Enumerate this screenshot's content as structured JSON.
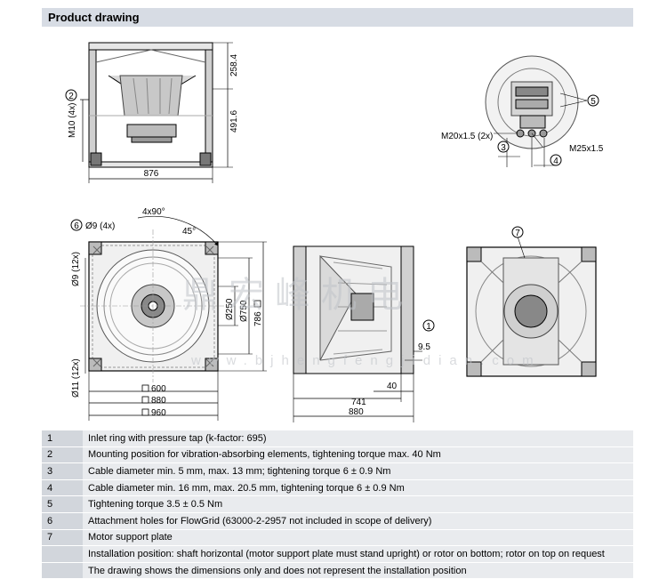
{
  "header": {
    "title": "Product drawing"
  },
  "dims": {
    "top_view": {
      "h_upper": "258.4",
      "h_lower": "491.6",
      "width": "876",
      "callout": "2",
      "bolt": "M10 (4x)"
    },
    "motor_view": {
      "callouts": [
        "5",
        "3",
        "4"
      ],
      "cable1": "M20x1.5 (2x)",
      "cable2": "M25x1.5"
    },
    "front_view": {
      "angle": "4x90°",
      "angle2": "45°",
      "callout6": "6",
      "hole": "Ø9 (4x)",
      "left_upper": "Ø9 (12x)",
      "left_lower": "Ø11 (12x)",
      "d250": "Ø250",
      "d750": "Ø750",
      "s786": "786",
      "w600": "600",
      "w880": "880",
      "w960": "960"
    },
    "side_view": {
      "callout1": "1",
      "d95": "9.5",
      "d40": "40",
      "d741": "741",
      "d880": "880"
    },
    "back_view": {
      "callout7": "7"
    }
  },
  "watermark": {
    "cn": "鼎宏峰机电",
    "url": "www.bjhengfengjidian.com"
  },
  "notes": [
    {
      "num": "1",
      "text": "Inlet ring with pressure tap (k-factor: 695)"
    },
    {
      "num": "2",
      "text": "Mounting position for vibration-absorbing elements, tightening torque max. 40 Nm"
    },
    {
      "num": "3",
      "text": "Cable diameter min. 5 mm, max. 13 mm; tightening torque 6 ± 0.9 Nm"
    },
    {
      "num": "4",
      "text": "Cable diameter min. 16 mm, max. 20.5 mm, tightening torque 6 ± 0.9 Nm"
    },
    {
      "num": "5",
      "text": "Tightening torque 3.5 ± 0.5 Nm"
    },
    {
      "num": "6",
      "text": "Attachment holes for FlowGrid (63000-2-2957 not included in scope of delivery)"
    },
    {
      "num": "7",
      "text": "Motor support plate"
    },
    {
      "num": "",
      "text": "Installation position: shaft horizontal (motor support plate must stand upright) or rotor on bottom; rotor on top on request"
    },
    {
      "num": "",
      "text": "The drawing shows the dimensions only and does not represent the installation position"
    }
  ]
}
